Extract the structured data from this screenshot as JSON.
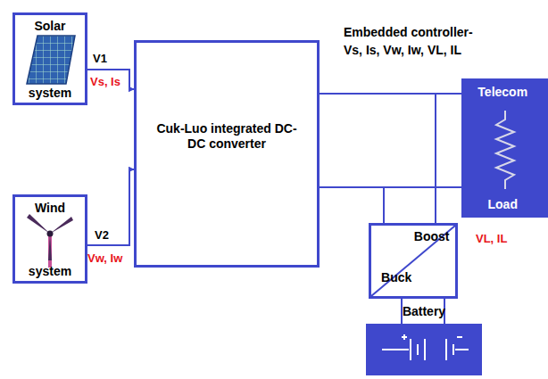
{
  "diagram": {
    "nodes": [
      {
        "text": [
          "Solar",
          "system"
        ]
      },
      {
        "text": [
          "Wind",
          "system"
        ]
      },
      {
        "text": [
          "Cuk-Luo integrated DC-DC converter"
        ]
      },
      {
        "text": [
          "Telecom",
          "Load"
        ]
      },
      {
        "text": [
          "Boost",
          "Buck"
        ]
      },
      {
        "text": [
          "Battery"
        ]
      }
    ],
    "edges": [
      {
        "from": 0,
        "to": 2,
        "arrow": "to"
      },
      {
        "from": 1,
        "to": 2,
        "arrow": "to"
      },
      {
        "from": 2,
        "to": 3,
        "arrow": "none"
      },
      {
        "from": 2,
        "to": 4,
        "arrow": "none"
      },
      {
        "from": 4,
        "to": 5,
        "arrow": "none"
      }
    ],
    "labels": [
      "V1",
      "Vs, Is",
      "V2",
      "Vw, Iw",
      "Embedded controller-",
      "Vs, Is, Vw, Iw, VL, IL",
      "VL, IL"
    ]
  }
}
